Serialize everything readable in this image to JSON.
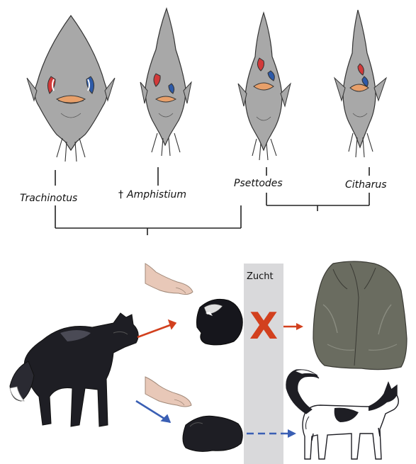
{
  "cladogram": {
    "taxa": [
      {
        "name": "Trachinotus",
        "dagger": ""
      },
      {
        "name": "Amphistium",
        "dagger": "†"
      },
      {
        "name": "Psettodes",
        "dagger": ""
      },
      {
        "name": "Citharus",
        "dagger": ""
      }
    ],
    "eye_colors": {
      "left": "#d23a3a",
      "right": "#2d5aa8"
    },
    "body_color": "#a8a8a8",
    "mouth_color": "#e8a06a"
  },
  "domestication": {
    "selection_label": "Zucht",
    "rejected_mark": "X",
    "colors": {
      "aggressive_arrow": "#d2401e",
      "tame_arrow": "#3a5fb4",
      "band": "#d9d9db",
      "fox": "#1e1e24"
    }
  }
}
